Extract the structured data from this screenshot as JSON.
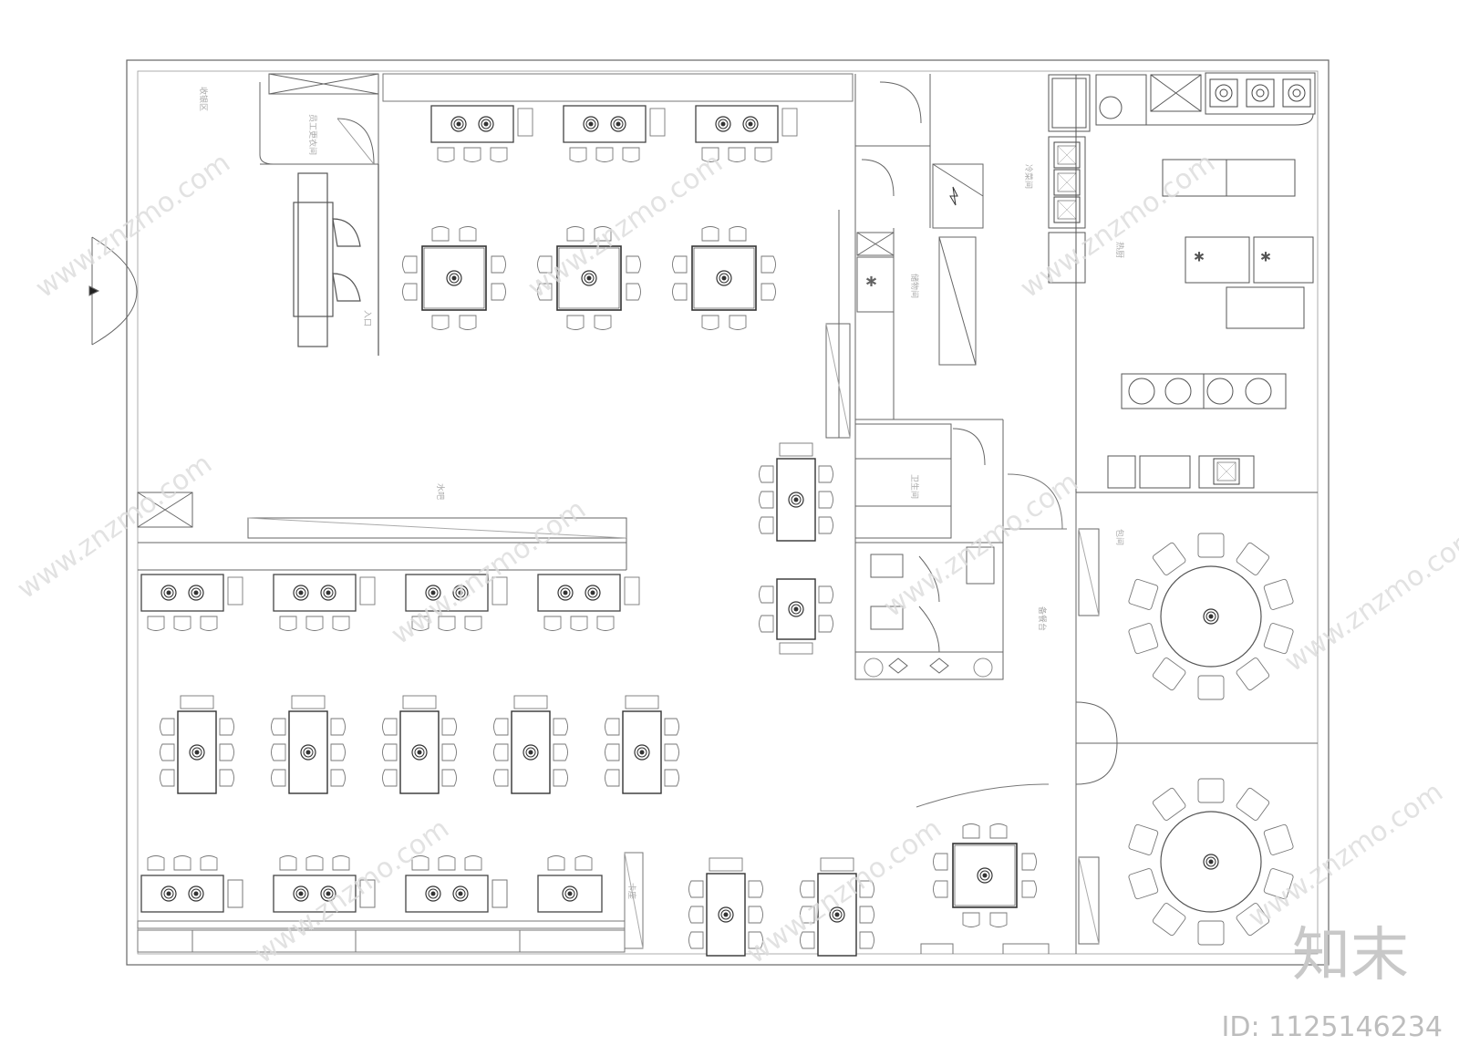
{
  "watermark": {
    "site": "www.znzmo.com",
    "brand": "知末",
    "id_text": "ID: 1125146234"
  },
  "room_labels": {
    "staff_change": "员工更衣间",
    "cashier": "收银区",
    "kitchen_hot": "热厨",
    "kitchen_cold": "冷菜间",
    "storage": "储物间",
    "toilet": "卫生间",
    "private_room": "包间",
    "service_station": "备餐台",
    "entrance": "入口",
    "booth_seat": "卡座",
    "water_bar": "水吧"
  },
  "colors": {
    "line": "#555555",
    "light_line": "#9a9a9a",
    "watermark": "#dcdcdc"
  }
}
